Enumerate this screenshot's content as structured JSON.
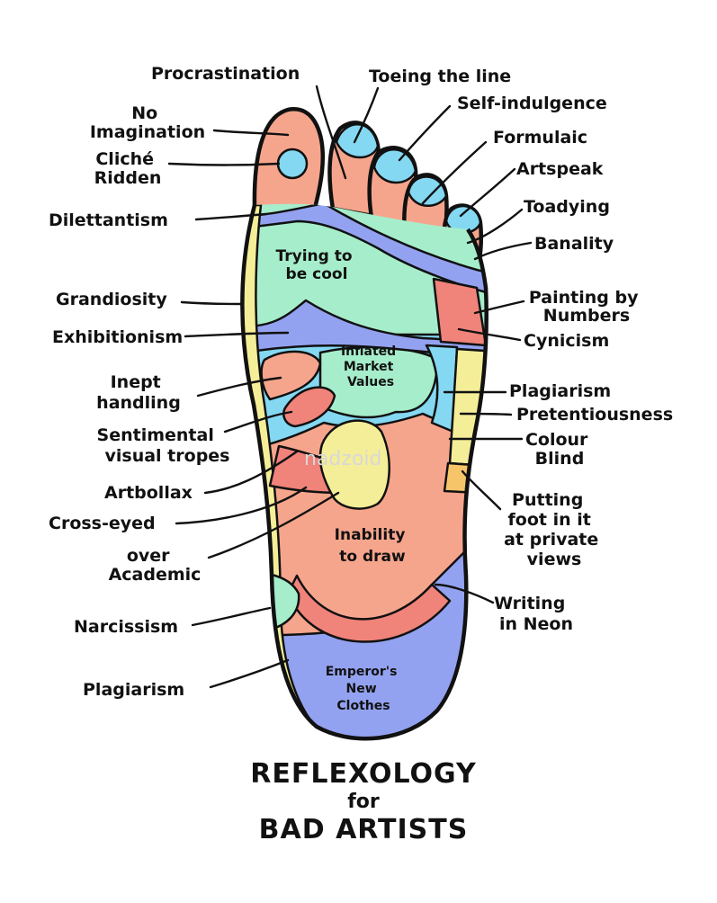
{
  "title": {
    "line1": "REFLEXOLOGY",
    "line2": "for",
    "line3": "BAD ARTISTS"
  },
  "watermark": "nadzoid",
  "colors": {
    "salmon": "#F6A58D",
    "cyan": "#84D8F2",
    "mint": "#A6EDCB",
    "periwinkle": "#93A2F0",
    "red": "#F0837A",
    "yellow": "#F5EE98",
    "orange": "#F7C569",
    "outline": "#111111"
  },
  "left_labels": {
    "procrastination": "Procrastination",
    "no_imagination_1": "No",
    "no_imagination_2": "Imagination",
    "cliche_1": "Cliché",
    "cliche_2": "Ridden",
    "dilettantism": "Dilettantism",
    "grandiosity": "Grandiosity",
    "exhibitionism": "Exhibitionism",
    "inept_1": "Inept",
    "inept_2": "handling",
    "sentimental_1": "Sentimental",
    "sentimental_2": "visual tropes",
    "artbollax": "Artbollax",
    "cross_eyed": "Cross-eyed",
    "over_1": "over",
    "over_2": "Academic",
    "narcissism": "Narcissism",
    "plagiarism": "Plagiarism"
  },
  "right_labels": {
    "toeing": "Toeing the line",
    "self_indulgence": "Self-indulgence",
    "formulaic": "Formulaic",
    "artspeak": "Artspeak",
    "toadying": "Toadying",
    "banality": "Banality",
    "painting_1": "Painting by",
    "painting_2": "Numbers",
    "cynicism": "Cynicism",
    "plagiarism": "Plagiarism",
    "pretentiousness": "Pretentiousness",
    "colour_1": "Colour",
    "colour_2": "Blind",
    "putting_1": "Putting",
    "putting_2": "foot in it",
    "putting_3": "at private",
    "putting_4": "views",
    "neon_1": "Writing",
    "neon_2": "in Neon"
  },
  "inner_labels": {
    "cool_1": "Trying to",
    "cool_2": "be cool",
    "market_1": "Inflated",
    "market_2": "Market",
    "market_3": "Values",
    "draw_1": "Inability",
    "draw_2": "to draw",
    "emperor_1": "Emperor's",
    "emperor_2": "New",
    "emperor_3": "Clothes"
  }
}
